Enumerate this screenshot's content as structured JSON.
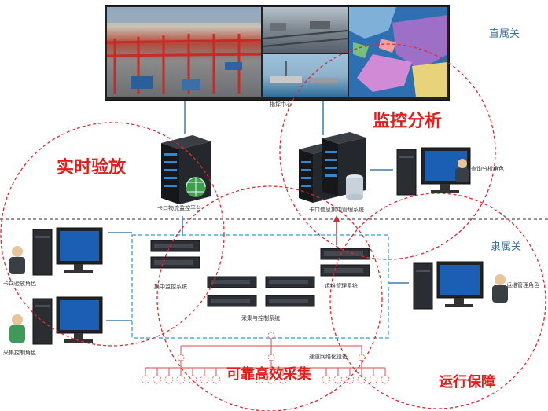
{
  "zones": {
    "direct": "直属关",
    "subordinate": "隶属关"
  },
  "highlights": {
    "monitor_analysis": "监控分析",
    "realtime_release": "实时验放",
    "reliable_collection": "可靠高效采集",
    "operation_support": "运行保障"
  },
  "labels": {
    "command_center": "指挥中心",
    "logistics_platform": "卡口物流监控平台",
    "info_system": "卡口信息集中管理系统",
    "query_role": "查询分析角色",
    "gate_role": "卡口验放角色",
    "collect_role": "采集控制角色",
    "ops_role": "运维管理角色",
    "central_monitor": "集中监控系统",
    "ops_system": "运维管理系统",
    "collect_control": "采集与控制系统",
    "network_devices": "通道网络化设备"
  },
  "colors": {
    "dashed_circle": "#e0282e",
    "red_lines": "#e46a6a",
    "blue_box": "#5aa7d6",
    "server_dark": "#1c1f24",
    "monitor_blue": "#1a5fb4",
    "connector": "#3b7fa8"
  }
}
